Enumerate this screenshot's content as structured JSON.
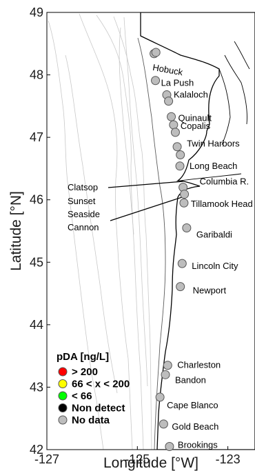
{
  "axes": {
    "x_label": "Longitude [°W]",
    "y_label": "Latitude [°N]",
    "x_ticks": [
      {
        "value": -127,
        "label": "-127"
      },
      {
        "value": -125,
        "label": "-125"
      },
      {
        "value": -123,
        "label": "-123"
      }
    ],
    "y_ticks": [
      {
        "value": 42,
        "label": "42"
      },
      {
        "value": 43,
        "label": "43"
      },
      {
        "value": 44,
        "label": "44"
      },
      {
        "value": 45,
        "label": "45"
      },
      {
        "value": 46,
        "label": "46"
      },
      {
        "value": 47,
        "label": "47"
      },
      {
        "value": 48,
        "label": "48"
      },
      {
        "value": 49,
        "label": "49"
      }
    ],
    "x_range": [
      -127,
      -122.4
    ],
    "y_range": [
      42,
      49
    ]
  },
  "stations": [
    {
      "name": "Hobuck",
      "lon": -124.63,
      "lat": 48.34,
      "status": "No data"
    },
    {
      "name": "",
      "lon": -124.59,
      "lat": 48.36,
      "status": "No data"
    },
    {
      "name": "La Push",
      "lon": -124.6,
      "lat": 47.91,
      "status": "No data"
    },
    {
      "name": "Kalaloch",
      "lon": -124.35,
      "lat": 47.68,
      "status": "No data"
    },
    {
      "name": "",
      "lon": -124.31,
      "lat": 47.58,
      "status": "No data"
    },
    {
      "name": "Quinault",
      "lon": -124.25,
      "lat": 47.33,
      "status": "No data"
    },
    {
      "name": "Copalis",
      "lon": -124.2,
      "lat": 47.2,
      "status": "No data"
    },
    {
      "name": "",
      "lon": -124.16,
      "lat": 47.08,
      "status": "No data"
    },
    {
      "name": "Twin Harbors",
      "lon": -124.12,
      "lat": 46.85,
      "status": "No data"
    },
    {
      "name": "",
      "lon": -124.05,
      "lat": 46.72,
      "status": "No data"
    },
    {
      "name": "Long Beach",
      "lon": -124.06,
      "lat": 46.54,
      "status": "No data"
    },
    {
      "name": "Columbia R.",
      "lon": -123.99,
      "lat": 46.2,
      "status": "No data"
    },
    {
      "name": "",
      "lon": -123.96,
      "lat": 46.09,
      "status": "No data"
    },
    {
      "name": "Tillamook Head",
      "lon": -123.97,
      "lat": 45.95,
      "status": "No data"
    },
    {
      "name": "Garibaldi",
      "lon": -123.91,
      "lat": 45.55,
      "status": "No data"
    },
    {
      "name": "Lincoln City",
      "lon": -124.01,
      "lat": 44.98,
      "status": "No data"
    },
    {
      "name": "Newport",
      "lon": -124.05,
      "lat": 44.61,
      "status": "No data"
    },
    {
      "name": "Charleston",
      "lon": -124.33,
      "lat": 43.35,
      "status": "No data"
    },
    {
      "name": "Bandon",
      "lon": -124.38,
      "lat": 43.2,
      "status": "No data"
    },
    {
      "name": "Cape Blanco",
      "lon": -124.5,
      "lat": 42.84,
      "status": "No data"
    },
    {
      "name": "Gold Beach",
      "lon": -124.42,
      "lat": 42.41,
      "status": "No data"
    },
    {
      "name": "Brookings",
      "lon": -124.29,
      "lat": 42.05,
      "status": "No data"
    }
  ],
  "callout_labels": [
    "Clatsop",
    "Sunset",
    "Seaside",
    "Cannon"
  ],
  "legend": {
    "title": "pDA [ng/L]",
    "items": [
      {
        "label": "> 200",
        "color": "#ff0000"
      },
      {
        "label": "66 < x < 200",
        "color": "#ffff00"
      },
      {
        "label": "< 66",
        "color": "#00ff00"
      },
      {
        "label": "Non detect",
        "color": "#000000"
      },
      {
        "label": "No data",
        "color": "#bdbdbd"
      }
    ]
  }
}
